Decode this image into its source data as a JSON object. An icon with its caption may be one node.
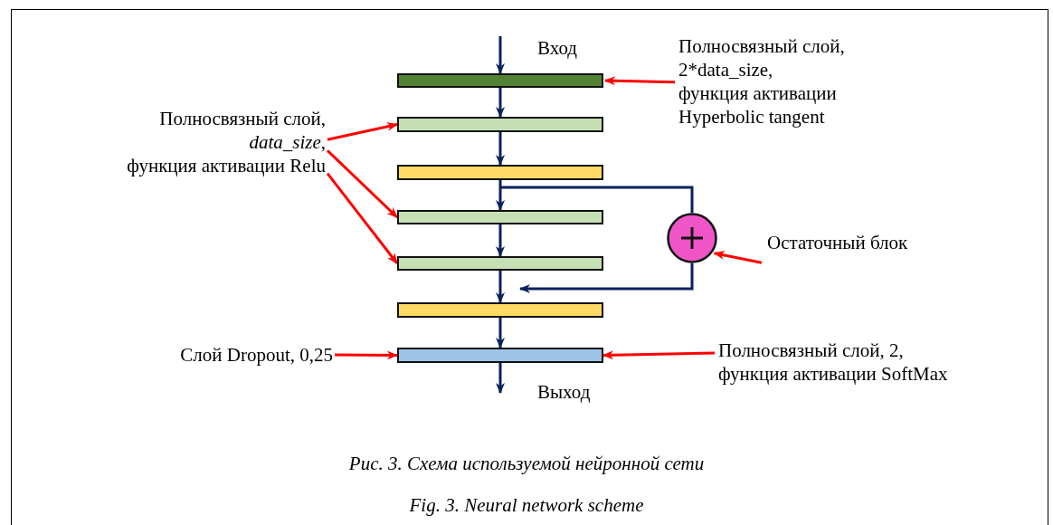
{
  "diagram": {
    "caption": "Рис. 3. Схема используемой нейронной сети",
    "nodes": [
      {
        "text": [],
        "shape": "bar"
      },
      {
        "text": [],
        "shape": "bar"
      },
      {
        "text": [],
        "shape": "bar"
      },
      {
        "text": [],
        "shape": "bar"
      },
      {
        "text": [],
        "shape": "bar"
      },
      {
        "text": [],
        "shape": "bar"
      },
      {
        "text": [],
        "shape": "bar"
      },
      {
        "text": [],
        "shape": "circle"
      },
      {
        "text": [
          "Полносвязный слой,",
          "2*data_size,",
          "функция активации Hyperbolic tangent"
        ]
      },
      {
        "text": [
          "Полносвязный слой, *data_size*,",
          "функция активации Relu"
        ]
      },
      {
        "text": [
          "Остаточный блок"
        ]
      },
      {
        "text": [
          "Слой Dropout, 0,25"
        ]
      },
      {
        "text": [
          "Полносвязный слой, 2,",
          "функция активации SoftMax"
        ]
      }
    ],
    "edges": [
      {
        "from": null,
        "to": 0,
        "arrow": "to"
      },
      {
        "from": 0,
        "to": 1,
        "arrow": "to"
      },
      {
        "from": 1,
        "to": 2,
        "arrow": "to"
      },
      {
        "from": 2,
        "to": 3,
        "arrow": "to"
      },
      {
        "from": 3,
        "to": 4,
        "arrow": "to"
      },
      {
        "from": 4,
        "to": 5,
        "arrow": "to"
      },
      {
        "from": 5,
        "to": 6,
        "arrow": "to"
      },
      {
        "from": 6,
        "to": null,
        "arrow": "to"
      },
      {
        "from": 2,
        "to": 7,
        "arrow": "none"
      },
      {
        "from": 7,
        "to": 5,
        "arrow": "to"
      },
      {
        "from": 8,
        "to": 0,
        "arrow": "to",
        "color": "#ff0000"
      },
      {
        "from": 9,
        "to": 1,
        "arrow": "to",
        "color": "#ff0000"
      },
      {
        "from": 9,
        "to": 3,
        "arrow": "to",
        "color": "#ff0000"
      },
      {
        "from": 9,
        "to": 4,
        "arrow": "to",
        "color": "#ff0000"
      },
      {
        "from": 10,
        "to": 7,
        "arrow": "to",
        "color": "#ff0000"
      },
      {
        "from": 11,
        "to": 6,
        "arrow": "to",
        "color": "#ff0000"
      },
      {
        "from": 12,
        "to": 6,
        "arrow": "to",
        "color": "#ff0000"
      }
    ],
    "labels": [
      "Вход",
      "Выход",
      "Fig. 3. Neural network scheme"
    ]
  }
}
